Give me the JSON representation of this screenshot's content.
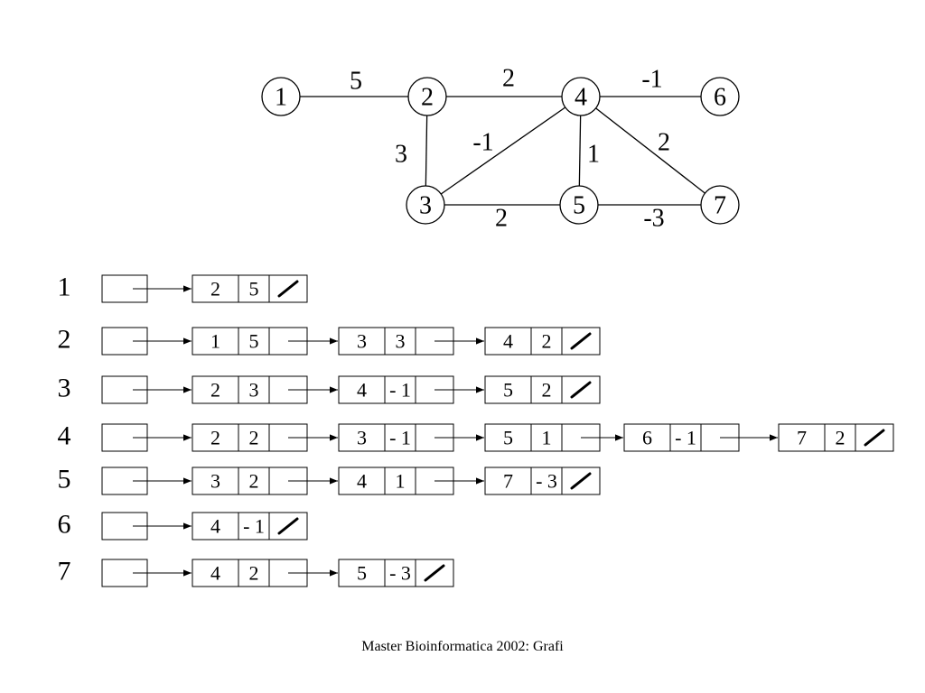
{
  "graph": {
    "nodes": [
      {
        "id": "1"
      },
      {
        "id": "2"
      },
      {
        "id": "3"
      },
      {
        "id": "4"
      },
      {
        "id": "5"
      },
      {
        "id": "6"
      },
      {
        "id": "7"
      }
    ],
    "edges": [
      {
        "from": "1",
        "to": "2",
        "weight": "5"
      },
      {
        "from": "2",
        "to": "4",
        "weight": "2"
      },
      {
        "from": "4",
        "to": "6",
        "weight": "-1"
      },
      {
        "from": "2",
        "to": "3",
        "weight": "3"
      },
      {
        "from": "3",
        "to": "4",
        "weight": "-1"
      },
      {
        "from": "4",
        "to": "5",
        "weight": "1"
      },
      {
        "from": "4",
        "to": "7",
        "weight": "2"
      },
      {
        "from": "3",
        "to": "5",
        "weight": "2"
      },
      {
        "from": "5",
        "to": "7",
        "weight": "-3"
      }
    ]
  },
  "adjacency": {
    "rows": [
      {
        "label": "1",
        "entries": [
          {
            "node": "2",
            "weight": "5"
          }
        ]
      },
      {
        "label": "2",
        "entries": [
          {
            "node": "1",
            "weight": "5"
          },
          {
            "node": "3",
            "weight": "3"
          },
          {
            "node": "4",
            "weight": "2"
          }
        ]
      },
      {
        "label": "3",
        "entries": [
          {
            "node": "2",
            "weight": "3"
          },
          {
            "node": "4",
            "weight": "- 1"
          },
          {
            "node": "5",
            "weight": "2"
          }
        ]
      },
      {
        "label": "4",
        "entries": [
          {
            "node": "2",
            "weight": "2"
          },
          {
            "node": "3",
            "weight": "- 1"
          },
          {
            "node": "5",
            "weight": "1"
          },
          {
            "node": "6",
            "weight": "- 1"
          },
          {
            "node": "7",
            "weight": "2"
          }
        ]
      },
      {
        "label": "5",
        "entries": [
          {
            "node": "3",
            "weight": "2"
          },
          {
            "node": "4",
            "weight": "1"
          },
          {
            "node": "7",
            "weight": "- 3"
          }
        ]
      },
      {
        "label": "6",
        "entries": [
          {
            "node": "4",
            "weight": "- 1"
          }
        ]
      },
      {
        "label": "7",
        "entries": [
          {
            "node": "4",
            "weight": "2"
          },
          {
            "node": "5",
            "weight": "- 3"
          }
        ]
      }
    ]
  },
  "footer": {
    "text": "Master Bioinformatica 2002: Grafi"
  }
}
